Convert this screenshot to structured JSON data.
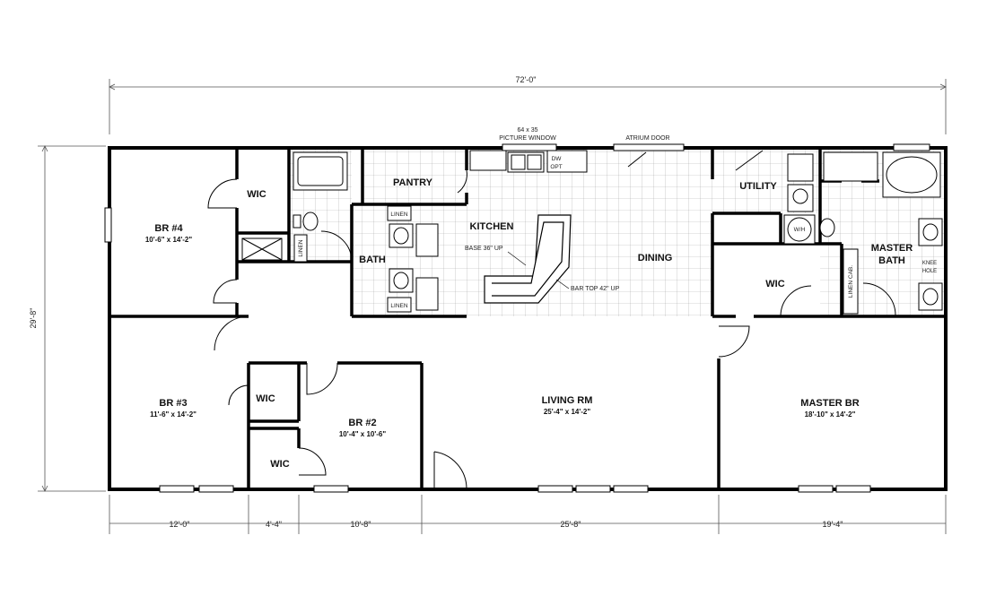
{
  "overall": {
    "width": "72'-0\"",
    "depth": "29'-8\""
  },
  "bottom_dims": [
    "12'-0\"",
    "4'-4\"",
    "10'-8\"",
    "25'-8\"",
    "19'-4\""
  ],
  "rooms": {
    "br4": {
      "name": "BR #4",
      "size": "10'-6\" x 14'-2\""
    },
    "br3": {
      "name": "BR #3",
      "size": "11'-6\" x 14'-2\""
    },
    "br2": {
      "name": "BR #2",
      "size": "10'-4\" x 10'-6\""
    },
    "living": {
      "name": "LIVING RM",
      "size": "25'-4\" x 14'-2\""
    },
    "master_br": {
      "name": "MASTER BR",
      "size": "18'-10\" x 14'-2\""
    },
    "wic_br4": "WIC",
    "wic_br3": "WIC",
    "wic_br2": "WIC",
    "wic_master": "WIC",
    "pantry": "PANTRY",
    "kitchen": "KITCHEN",
    "dining": "DINING",
    "utility": "UTILITY",
    "bath": "BATH",
    "master_bath_line1": "MASTER",
    "master_bath_line2": "BATH"
  },
  "labels": {
    "linen_top": "LINEN",
    "linen_bottom": "LINEN",
    "linen_vertical": "LINEN",
    "linen_cab": "LINEN CAB.",
    "dw": "DW",
    "opt": "OPT",
    "wh": "W/H",
    "knee_line1": "KNEE",
    "knee_line2": "HOLE",
    "picture_window_size": "64 x 35",
    "picture_window": "PICTURE WINDOW",
    "atrium_door": "ATRIUM DOOR",
    "base": "BASE 36\" UP",
    "bar_top": "BAR TOP 42\" UP"
  }
}
